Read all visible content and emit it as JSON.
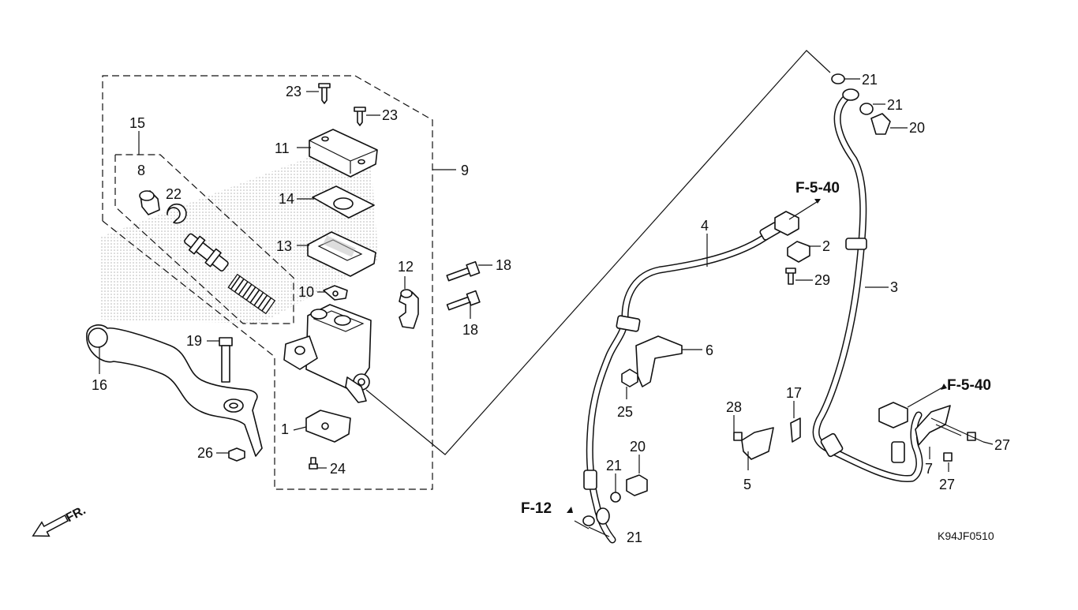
{
  "diagram_code": "K94JF0510",
  "direction_marker": "FR.",
  "references": {
    "top": "F-5-40",
    "right": "F-5-40",
    "left": "F-12"
  },
  "callouts": {
    "c1": "1",
    "c2": "2",
    "c3": "3",
    "c4": "4",
    "c5": "5",
    "c6": "6",
    "c7": "7",
    "c8": "8",
    "c9": "9",
    "c10": "10",
    "c11": "11",
    "c12": "12",
    "c13": "13",
    "c14": "14",
    "c15": "15",
    "c16": "16",
    "c17": "17",
    "c18a": "18",
    "c18b": "18",
    "c19": "19",
    "c20a": "20",
    "c20b": "20",
    "c21a": "21",
    "c21b": "21",
    "c21c": "21",
    "c21d": "21",
    "c22": "22",
    "c23a": "23",
    "c23b": "23",
    "c24": "24",
    "c25": "25",
    "c26": "26",
    "c27a": "27",
    "c27b": "27",
    "c28": "28",
    "c29": "29"
  }
}
